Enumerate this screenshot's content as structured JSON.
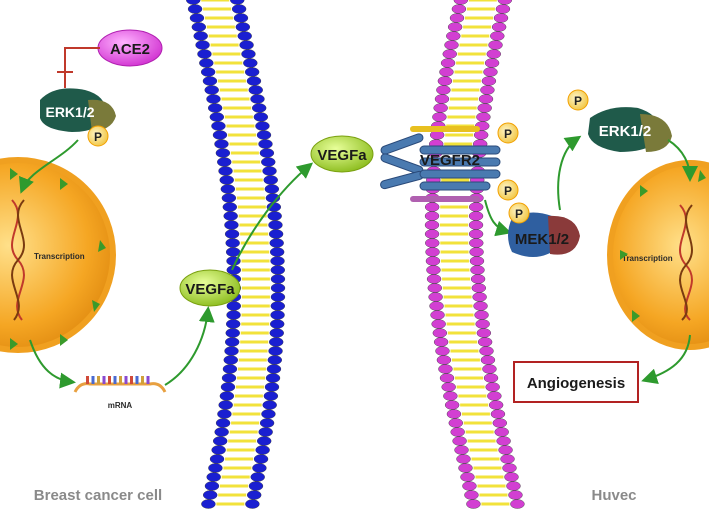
{
  "left_cell": {
    "caption": "Breast cancer cell",
    "ace2": "ACE2",
    "erk": "ERK1/2",
    "phospho": "P",
    "transcription": "Transcription",
    "mrna": "mRNA",
    "vegfa_intracellular": "VEGFa"
  },
  "extracellular": {
    "vegfa": "VEGFa"
  },
  "right_cell": {
    "caption": "Huvec",
    "receptor": "VEGFR2",
    "phospho": "P",
    "mek": "MEK1/2",
    "erk": "ERK1/2",
    "transcription": "Transcription",
    "outcome": "Angiogenesis"
  },
  "colors": {
    "membrane_left": "#1a1fd1",
    "membrane_right": "#d23fd2",
    "lipid_tail": "#f2e23a",
    "nucleus": "#f5a623",
    "arrow": "#2e9a2e",
    "inhibition": "#c0392b",
    "ace2": "#e040e0",
    "vegfa": "#9ccc2c",
    "erk": "#1f5a4a",
    "mek": "#2f5fa0",
    "angiogenesis_border": "#b22222"
  }
}
